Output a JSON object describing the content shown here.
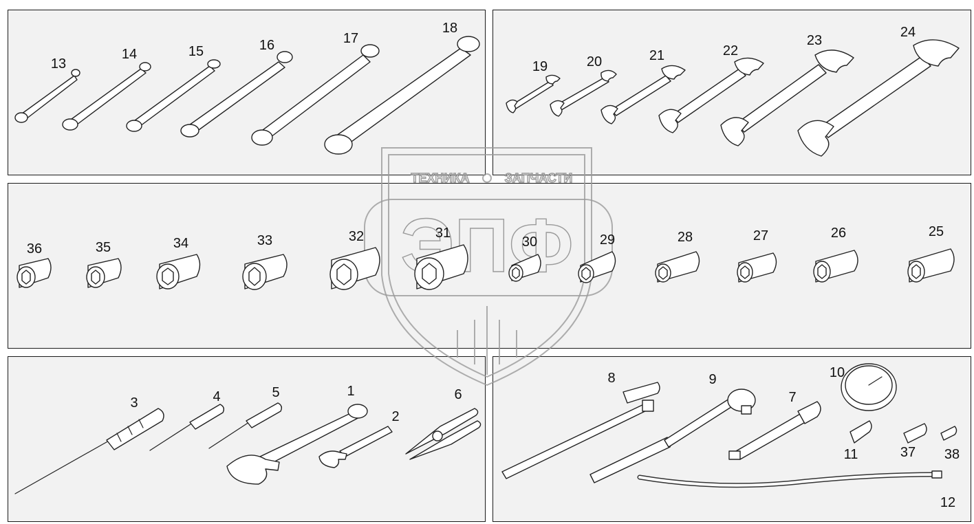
{
  "watermark": {
    "left_word": "ТЕХНИКА",
    "right_word": "ЗАПЧАСТИ",
    "logo": "ЭПФ"
  },
  "callouts": {
    "p13": "13",
    "p14": "14",
    "p15": "15",
    "p16": "16",
    "p17": "17",
    "p18": "18",
    "p19": "19",
    "p20": "20",
    "p21": "21",
    "p22": "22",
    "p23": "23",
    "p24": "24",
    "p36": "36",
    "p35": "35",
    "p34": "34",
    "p33": "33",
    "p32": "32",
    "p31": "31",
    "p30": "30",
    "p29": "29",
    "p28": "28",
    "p27": "27",
    "p26": "26",
    "p25": "25",
    "p3": "3",
    "p4": "4",
    "p5": "5",
    "p1": "1",
    "p2": "2",
    "p6": "6",
    "p8": "8",
    "p9": "9",
    "p10": "10",
    "p7": "7",
    "p11": "11",
    "p37": "37",
    "p38": "38",
    "p12": "12"
  }
}
